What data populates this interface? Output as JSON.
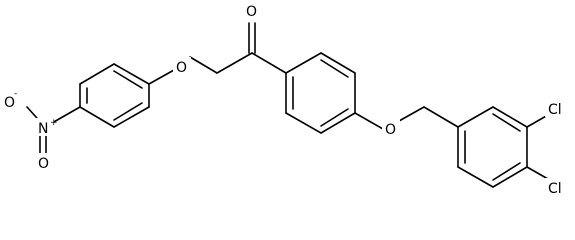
{
  "structure": {
    "atoms": {
      "carbonyl_o": "O",
      "ether_o_left": "O",
      "ether_o_right": "O",
      "nitro_n": "N",
      "nitro_n_charge": "+",
      "nitro_o_top": "O",
      "nitro_o_top_charge": "-",
      "nitro_o_bottom": "O",
      "cl_top": "Cl",
      "cl_bottom": "Cl"
    }
  }
}
